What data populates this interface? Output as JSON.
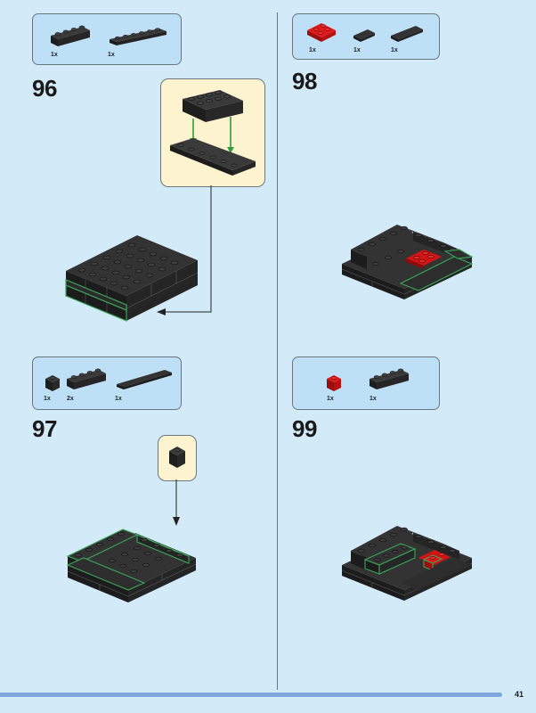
{
  "steps": [
    {
      "number": "96",
      "parts": [
        {
          "qty": "1x",
          "piece": "black-brick-1x4"
        },
        {
          "qty": "1x",
          "piece": "black-plate-1x6"
        }
      ]
    },
    {
      "number": "97",
      "parts": [
        {
          "qty": "1x",
          "piece": "black-brick-1x1"
        },
        {
          "qty": "2x",
          "piece": "black-brick-1x4"
        },
        {
          "qty": "1x",
          "piece": "black-tile-1x6"
        }
      ]
    },
    {
      "number": "98",
      "parts": [
        {
          "qty": "1x",
          "piece": "red-plate-2x2"
        },
        {
          "qty": "1x",
          "piece": "black-tile-1x2"
        },
        {
          "qty": "1x",
          "piece": "black-tile-1x4"
        }
      ]
    },
    {
      "number": "99",
      "parts": [
        {
          "qty": "1x",
          "piece": "red-brick-1x1"
        },
        {
          "qty": "1x",
          "piece": "black-brick-1x4"
        }
      ]
    }
  ],
  "page_number": "41",
  "colors": {
    "background": "#d3eaf9",
    "parts_box": "#bde0f7",
    "callout": "#fdf3cf",
    "brick_black": "#2a2a2a",
    "brick_red": "#d41414",
    "highlight_green": "#3aa65a",
    "footer_bar": "#7ea7dc"
  }
}
